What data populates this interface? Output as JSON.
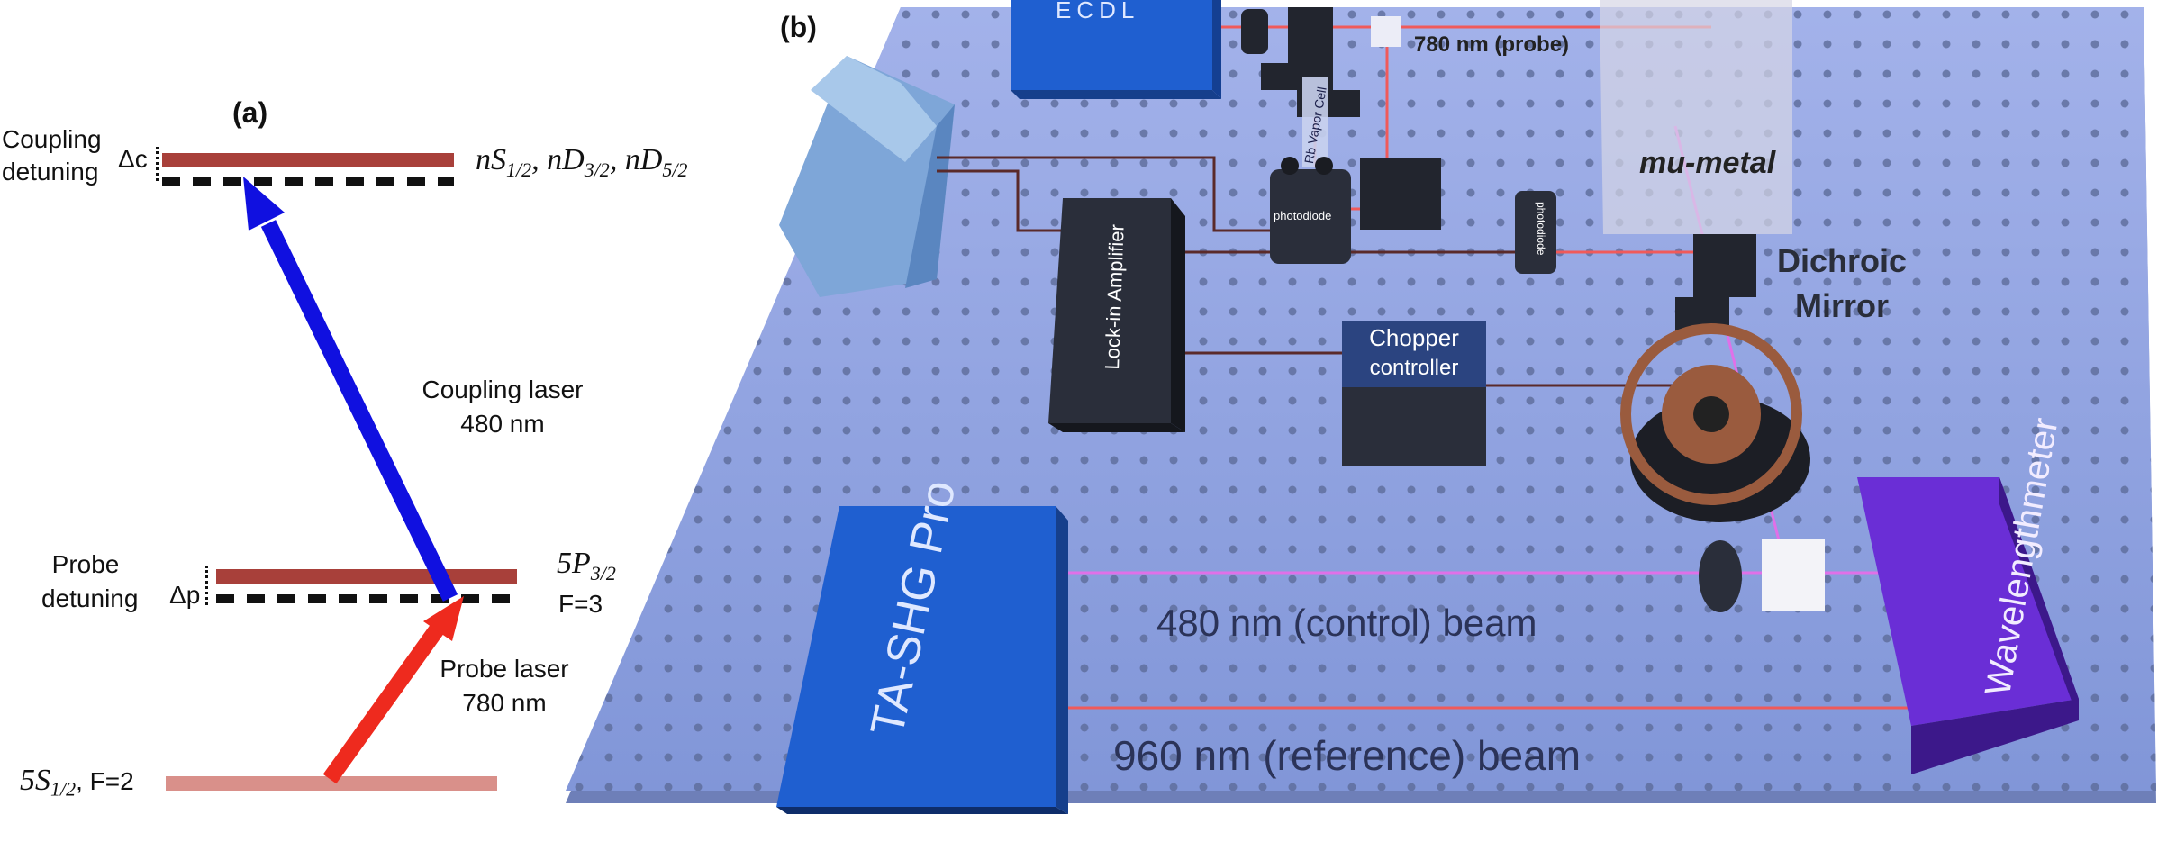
{
  "panel_a": {
    "label": "(a)",
    "coupling_detuning": [
      "Coupling",
      "detuning"
    ],
    "delta_c": "Δc",
    "rydberg_states": "nS",
    "rydberg_states_rest": [
      "1/2",
      ", nD",
      "3/2",
      ", nD",
      "5/2"
    ],
    "coupling_laser": [
      "Coupling laser",
      "480 nm"
    ],
    "probe_detuning": [
      "Probe",
      "detuning"
    ],
    "delta_p": "Δp",
    "excited_state": "5P",
    "excited_sub": "3/2",
    "excited_f": "F=3",
    "probe_laser": [
      "Probe laser",
      "780 nm"
    ],
    "ground_state": "5S",
    "ground_sub": "1/2",
    "ground_f": ", F=2",
    "colors": {
      "level": "#a8403a",
      "ground": "#d9908a",
      "coupling": "#1010e0",
      "probe": "#ee2a1e"
    }
  },
  "panel_b": {
    "label": "(b)",
    "ecdl": "ECDL",
    "probe_beam": "780 nm (probe)",
    "vapor_cell": "Rb Vapor Cell",
    "mu_metal": "mu-metal",
    "photodiode_1": "photodiode",
    "photodiode_2": "photodiode",
    "lockin": "Lock-in Amplifier",
    "dichroic": [
      "Dichroic",
      "Mirror"
    ],
    "chopper": [
      "Chopper",
      "controller"
    ],
    "tashg": "TA-SHG Pro",
    "control_beam": "480 nm (control) beam",
    "reference_beam": "960 nm (reference) beam",
    "wavemeter": "Wavelengthmeter",
    "colors": {
      "table": "#8fa3e3",
      "blue_box": "#1f5fd0",
      "dark_box": "#2a2e3a",
      "violet_box": "#5a1fc8",
      "beam_red": "#f05a5a",
      "beam_pink": "#e070e8"
    }
  }
}
